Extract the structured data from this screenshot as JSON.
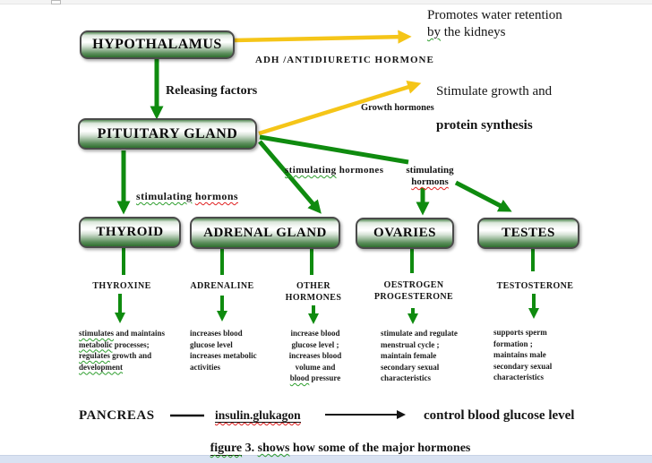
{
  "palette": {
    "arrow_green": "#0f8b0f",
    "arrow_yellow": "#f5c518",
    "arrow_black": "#151515",
    "box_border": "#4b4b4b",
    "box_dark_green": "#2e6e2e",
    "spellcheck_green": "#2e9e2e",
    "spellcheck_red": "#e02020",
    "bottom_strip": "#d9e2f2"
  },
  "boxes": {
    "hypothalamus": "HYPOTHALAMUS",
    "pituitary": "PITUITARY GLAND",
    "thyroid": "THYROID",
    "adrenal": "ADRENAL GLAND",
    "ovaries": "OVARIES",
    "testes": "TESTES"
  },
  "labels": {
    "adh": "ADH /ANTIDIURETIC HORMONE",
    "releasing": "Releasing factors",
    "growth": "Growth hormones",
    "stim_mid_parts": [
      {
        "t": "stimulating",
        "u": "wg"
      },
      {
        "t": " hormones"
      }
    ],
    "stim_left_parts": [
      {
        "t": "stimulating",
        "u": "wg"
      },
      {
        "t": " "
      },
      {
        "t": "hormons",
        "u": "wr"
      }
    ],
    "stim_right_parts": [
      {
        "t": "stimulating\n"
      },
      {
        "t": "hormons",
        "u": "wr"
      }
    ]
  },
  "callouts": {
    "water_parts": [
      {
        "t": "Promotes water retention\n"
      },
      {
        "t": "by",
        "u": "wg"
      },
      {
        "t": " the kidneys"
      }
    ],
    "growth_line1": "Stimulate growth and",
    "growth_line2": "protein synthesis"
  },
  "hormones": {
    "thyroxine": "THYROXINE",
    "adrenaline": "ADRENALINE",
    "other": "OTHER\nHORMONES",
    "oestrogen": "OESTROGEN\nPROGESTERONE",
    "testosterone": "TESTOSTERONE"
  },
  "effects": {
    "thyroxine_parts": [
      {
        "t": "stimulates",
        "u": "wg"
      },
      {
        "t": " and maintains\n"
      },
      {
        "t": "metabolic",
        "u": "wg"
      },
      {
        "t": " processes;\n"
      },
      {
        "t": "regulates",
        "u": "wg"
      },
      {
        "t": " growth and\n"
      },
      {
        "t": "development",
        "u": "wg"
      }
    ],
    "adrenaline": "increases blood\nglucose level\nincreases metabolic\nactivities",
    "other_parts": [
      {
        "t": "increase blood\nglucose level ;\nincreases blood\nvolume and\n"
      },
      {
        "t": "blood",
        "u": "wg"
      },
      {
        "t": " pressure"
      }
    ],
    "oestrogen": "stimulate and regulate\nmenstrual cycle ;\nmaintain female\nsecondary sexual\ncharacteristics",
    "testosterone": "supports sperm\nformation ;\nmaintains male\nsecondary sexual\ncharacteristics"
  },
  "pancreas": {
    "name": "PANCREAS",
    "hormone_parts": [
      {
        "t": "insulin.glukagon",
        "u": "ulwr"
      }
    ],
    "effect": "control blood glucose level"
  },
  "caption_parts": [
    {
      "t": "figure",
      "u": "ulwg"
    },
    {
      "t": " 3. "
    },
    {
      "t": "shows",
      "u": "wg"
    },
    {
      "t": " how some of the major hormones"
    }
  ]
}
